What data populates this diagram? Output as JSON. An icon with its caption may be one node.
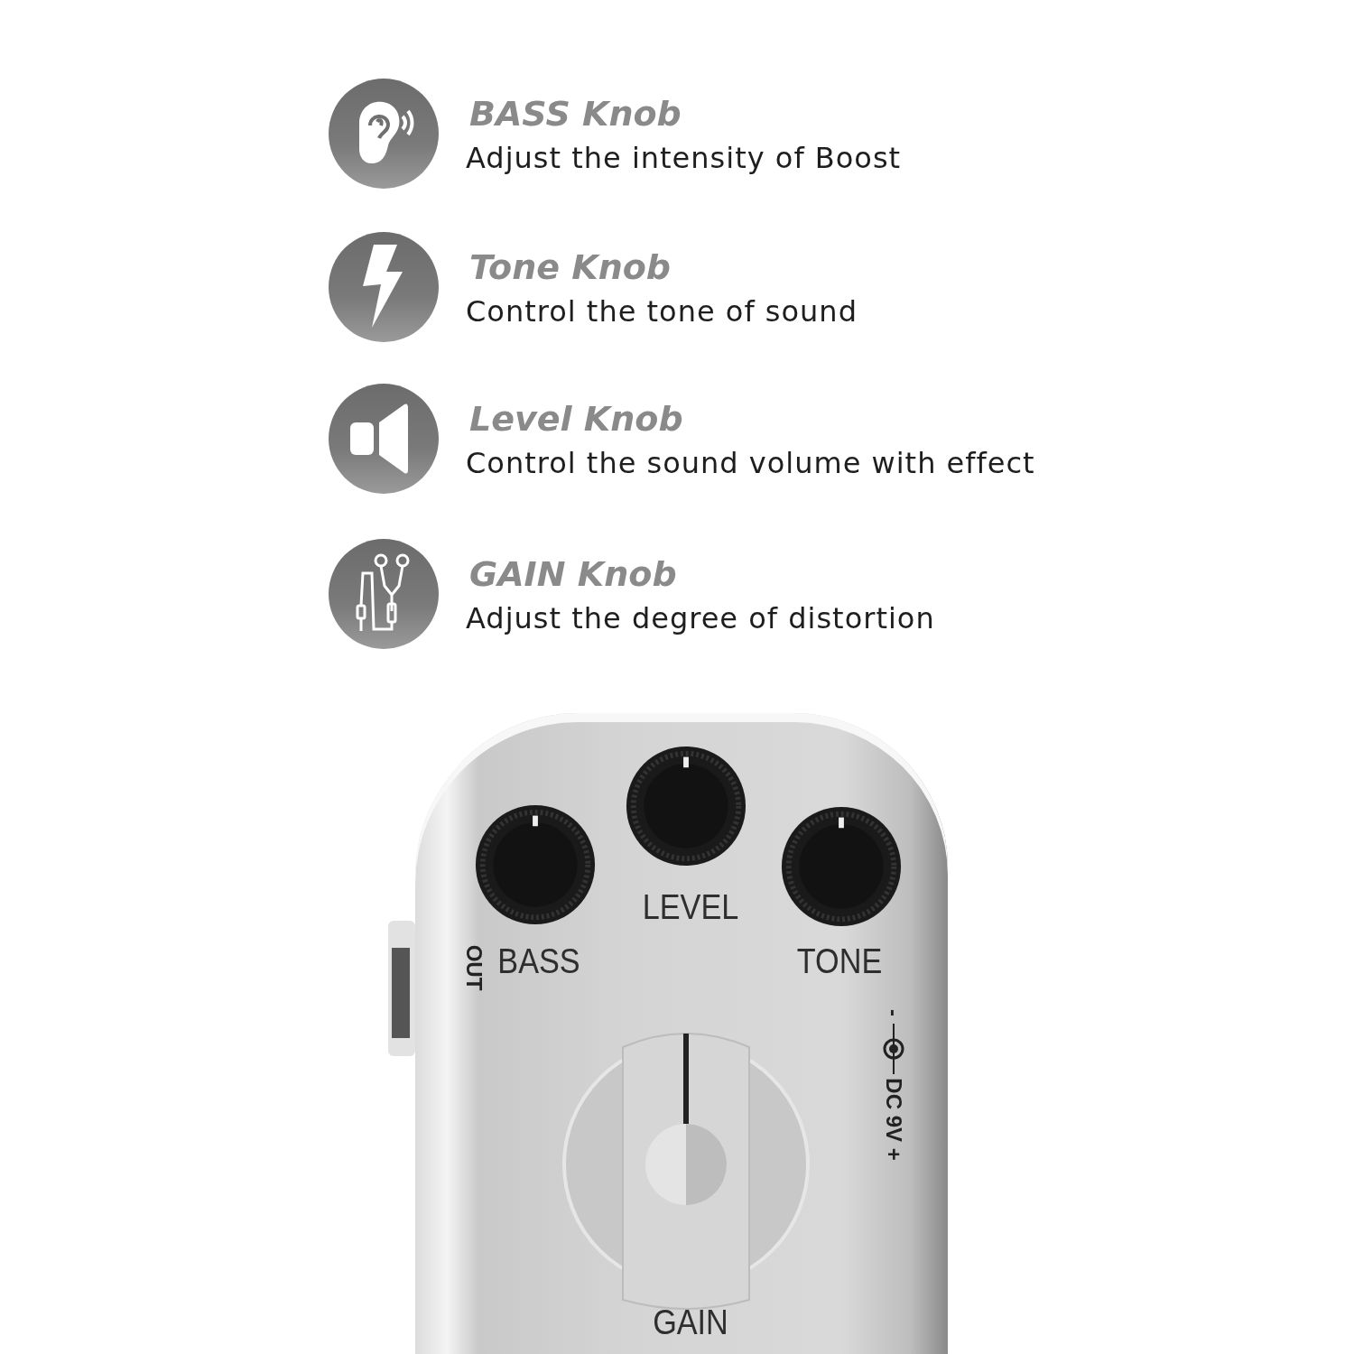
{
  "diagram": {
    "nodes": [
      {
        "text": [
          "LEVEL",
          "BASS",
          "TONE",
          "-",
          "DC 9V +",
          "OUT",
          "GAIN"
        ]
      }
    ],
    "labels": [
      "BASS Knob",
      "Adjust the intensity of Boost",
      "Tone Knob",
      "Control the tone of sound",
      "Level Knob",
      "Control the sound volume with effect",
      "GAIN Knob",
      "Adjust the degree of distortion"
    ]
  }
}
